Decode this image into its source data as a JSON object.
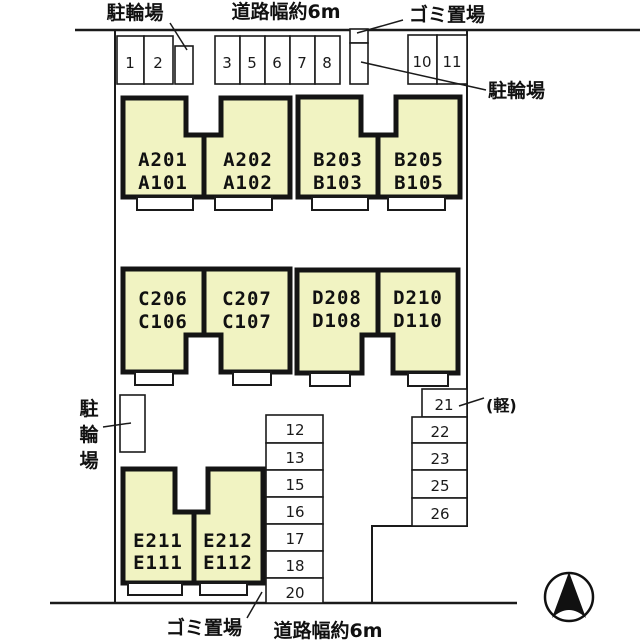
{
  "colors": {
    "building_fill": "#f1f3c2",
    "line": "#1a1a1a"
  },
  "labels": {
    "bicycle_top_left": "駐輪場",
    "road_top": "道路幅約6m",
    "garbage_top_right": "ゴミ置場",
    "bicycle_right": "駐輪場",
    "bicycle_left_vertical": [
      "駐",
      "輪",
      "場"
    ],
    "garbage_bottom": "ゴミ置場",
    "road_bottom": "道路幅約6m",
    "kei": "(軽)"
  },
  "parking": {
    "top_row": [
      "1",
      "2",
      "3",
      "5",
      "6",
      "7",
      "8",
      "10",
      "11"
    ],
    "middle_column": [
      "12",
      "13",
      "15",
      "16",
      "17",
      "18",
      "20"
    ],
    "right_column": [
      "21",
      "22",
      "23",
      "25",
      "26"
    ]
  },
  "buildings": [
    {
      "name": "A",
      "units": [
        [
          "A201",
          "A101"
        ],
        [
          "A202",
          "A102"
        ]
      ]
    },
    {
      "name": "B",
      "units": [
        [
          "B203",
          "B103"
        ],
        [
          "B205",
          "B105"
        ]
      ]
    },
    {
      "name": "C",
      "units": [
        [
          "C206",
          "C106"
        ],
        [
          "C207",
          "C107"
        ]
      ]
    },
    {
      "name": "D",
      "units": [
        [
          "D208",
          "D108"
        ],
        [
          "D210",
          "D110"
        ]
      ]
    },
    {
      "name": "E",
      "units": [
        [
          "E211",
          "E111"
        ],
        [
          "E212",
          "E112"
        ]
      ]
    }
  ],
  "compass": {
    "direction": "north"
  }
}
